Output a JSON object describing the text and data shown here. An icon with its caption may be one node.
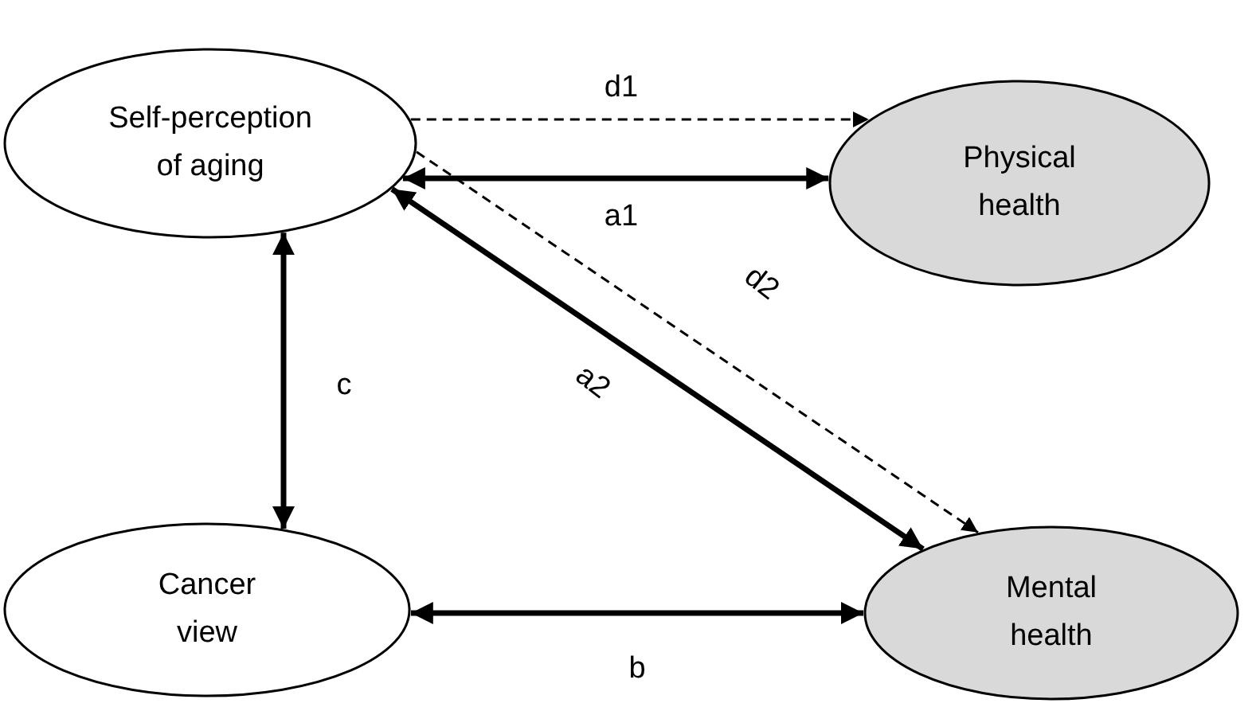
{
  "diagram": {
    "nodes": [
      {
        "text": [
          "Self-perception of aging"
        ]
      },
      {
        "text": [
          "Physical health"
        ]
      },
      {
        "text": [
          "Cancer view"
        ]
      },
      {
        "text": [
          "Mental health"
        ]
      }
    ],
    "edges": [
      {
        "from": 0,
        "to": 1,
        "arrow": "to",
        "label": "d1",
        "style": "dashed"
      },
      {
        "from": 0,
        "to": 1,
        "arrow": "both",
        "label": "a1"
      },
      {
        "from": 0,
        "to": 3,
        "arrow": "to",
        "label": "d2",
        "style": "dashed"
      },
      {
        "from": 0,
        "to": 3,
        "arrow": "both",
        "label": "a2"
      },
      {
        "from": 0,
        "to": 2,
        "arrow": "both",
        "label": "c"
      },
      {
        "from": 2,
        "to": 3,
        "arrow": "both",
        "label": "b"
      }
    ]
  }
}
